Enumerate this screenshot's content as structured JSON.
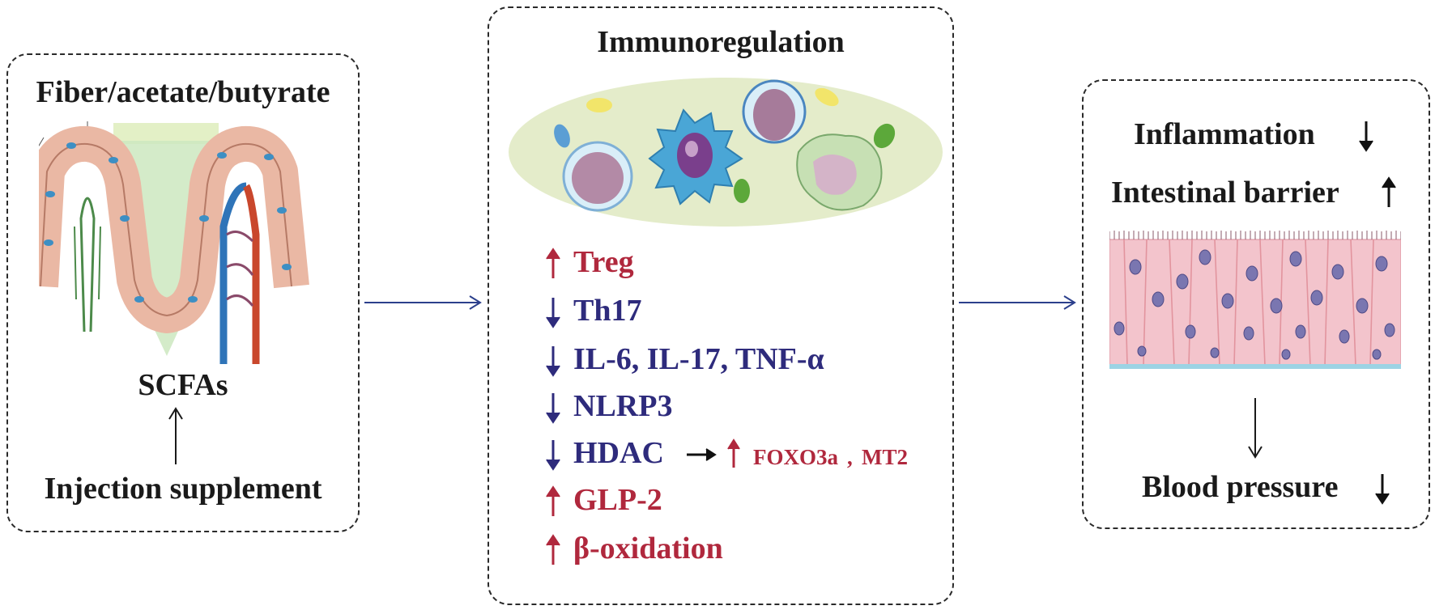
{
  "colors": {
    "up": "#b0283d",
    "down": "#2e2b7c",
    "text": "#1a1a1a",
    "connector": "#2b3f8c"
  },
  "left_panel": {
    "title": "Fiber/acetate/butyrate",
    "scfas": "SCFAs",
    "source": "Injection supplement",
    "illustration": "intestinal-villi-icon"
  },
  "middle_panel": {
    "title": "Immunoregulation",
    "illustration": "immune-cells-icon",
    "items": [
      {
        "label": "Treg",
        "direction": "up"
      },
      {
        "label": "Th17",
        "direction": "down"
      },
      {
        "label": "IL-6, IL-17, TNF-α",
        "direction": "down"
      },
      {
        "label": "NLRP3",
        "direction": "down"
      },
      {
        "label": "HDAC",
        "direction": "down"
      },
      {
        "label": "GLP-2",
        "direction": "up"
      },
      {
        "label": "β-oxidation",
        "direction": "up"
      }
    ],
    "hdac_effect": {
      "label": "FOXO3a",
      "separator": ",",
      "label2": "MT2",
      "direction": "up"
    }
  },
  "right_panel": {
    "effects": [
      {
        "label": "Inflammation",
        "direction": "down"
      },
      {
        "label": "Intestinal barrier",
        "direction": "up"
      }
    ],
    "illustration": "intestinal-epithelium-icon",
    "outcome": {
      "label": "Blood pressure",
      "direction": "down"
    }
  }
}
